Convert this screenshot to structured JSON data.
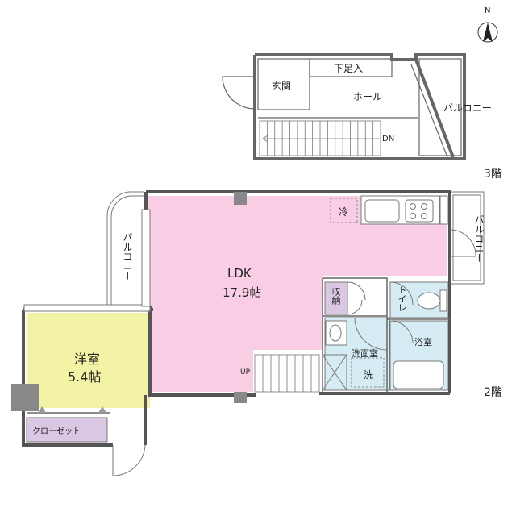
{
  "compass": {
    "label": "N"
  },
  "floors": {
    "third": {
      "floor_label": "3階",
      "rooms": {
        "entrance": "玄関",
        "shoe_step": "下足入",
        "hall": "ホール",
        "balcony": "バルコニー",
        "stair_down": "DN"
      }
    },
    "second": {
      "floor_label": "2階",
      "rooms": {
        "ldk_name": "LDK",
        "ldk_size": "17.9帖",
        "western_name": "洋室",
        "western_size": "5.4帖",
        "closet": "クローゼット",
        "balcony_left": "バルコニー",
        "balcony_right": "バルコニー",
        "fridge": "冷",
        "storage": "収納",
        "toilet": "トイレ",
        "washroom": "洗面室",
        "washer": "洗",
        "bathroom": "浴室",
        "stair_up": "UP"
      }
    }
  },
  "colors": {
    "ldk": "#f9cde4",
    "western": "#f3f3a6",
    "closet": "#d9c7e3",
    "storage": "#d9c7e3",
    "wet_area": "#d6ecf5",
    "wall": "#555555",
    "line": "#777777"
  }
}
